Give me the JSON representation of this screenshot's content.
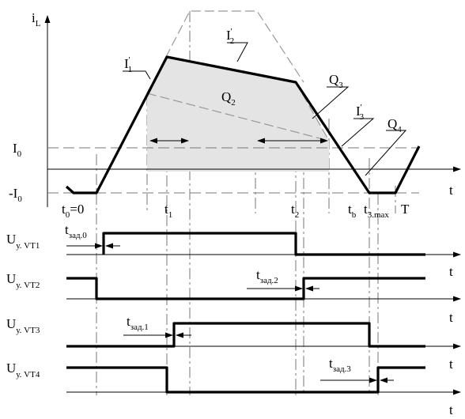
{
  "current_axis": {
    "y_label": "i",
    "y_label_sub": "L",
    "x_label": "t",
    "level_i0": {
      "main": "I",
      "sub": "0"
    },
    "level_minus_i0": {
      "main": "-I",
      "sub": "0"
    }
  },
  "time_marks": {
    "t0": {
      "main": "t",
      "sub": "0",
      "suffix": "=0"
    },
    "t1": {
      "main": "t",
      "sub": "1"
    },
    "t2": {
      "main": "t",
      "sub": "2"
    },
    "tb": {
      "main": "t",
      "sub": "b"
    },
    "t3max": {
      "main": "t",
      "sub": "3.max"
    },
    "T": "T"
  },
  "curve_labels": {
    "I1": {
      "main": "I",
      "prime": "'",
      "sub": "1"
    },
    "I2": {
      "main": "I",
      "prime": "'",
      "sub": "2"
    },
    "I3": {
      "main": "I",
      "prime": "'",
      "sub": "3"
    },
    "Q2": {
      "main": "Q",
      "sub": "2"
    },
    "Q3": {
      "main": "Q",
      "sub": "3"
    },
    "Q4": {
      "main": "Q",
      "sub": "4"
    }
  },
  "signals": [
    {
      "main": "U",
      "sub": "у. VT1",
      "delay_main": "t",
      "delay_sub": "зад.0",
      "axis": "t"
    },
    {
      "main": "U",
      "sub": "у. VT2",
      "delay_main": "t",
      "delay_sub": "зад.2",
      "axis": "t"
    },
    {
      "main": "U",
      "sub": "у. VT3",
      "delay_main": "t",
      "delay_sub": "зад.1",
      "axis": "t"
    },
    {
      "main": "U",
      "sub": "у. VT4",
      "delay_main": "t",
      "delay_sub": "зад.3",
      "axis": "t"
    }
  ]
}
